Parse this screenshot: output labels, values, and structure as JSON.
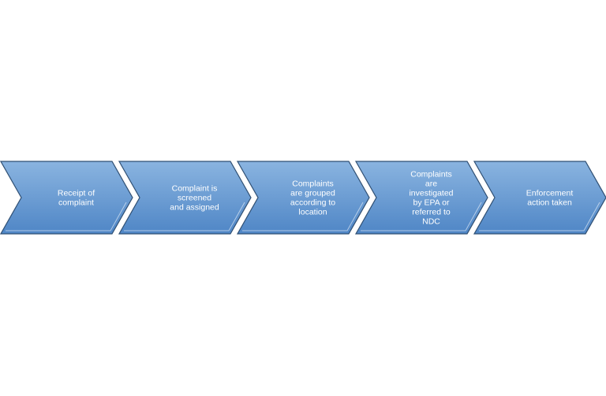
{
  "diagram": {
    "steps": [
      {
        "lines": [
          "Receipt of",
          "complaint"
        ]
      },
      {
        "lines": [
          "Complaint is",
          "screened",
          "and assigned"
        ]
      },
      {
        "lines": [
          "Complaints",
          "are grouped",
          "according to",
          "location"
        ]
      },
      {
        "lines": [
          "Complaints",
          "are",
          "investigated",
          "by EPA or",
          "referred to",
          "NDC"
        ]
      },
      {
        "lines": [
          "Enforcement",
          "action taken"
        ]
      }
    ],
    "colors": {
      "fill_top": "#8ab4e0",
      "fill_bottom": "#4f86c6",
      "stroke": "#2f4f73",
      "text": "#ffffff"
    }
  }
}
